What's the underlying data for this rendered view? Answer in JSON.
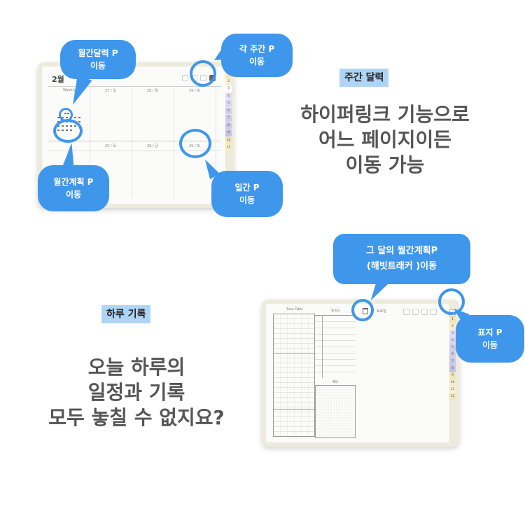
{
  "weekly": {
    "month": "2월",
    "col_headers": [
      "Weekly",
      "27 / 일",
      "28 / 월",
      "29 / 화"
    ],
    "row2_headers": [
      "25 / 목",
      "26 / 금",
      "29 / 토"
    ],
    "side_tabs": [
      "1",
      "2",
      "3",
      "4",
      "5",
      "6",
      "7",
      "8",
      "9",
      "10",
      "11"
    ],
    "callouts": {
      "monthly_calendar": [
        "월간달력 P",
        "이동"
      ],
      "each_week": [
        "각 주간 P",
        "이동"
      ],
      "monthly_plan": [
        "월간계획 P",
        "이동"
      ],
      "daily": [
        "일간 P",
        "이동"
      ]
    },
    "heading": "주간 달력",
    "description": [
      "하이퍼링크 기능으로",
      "어느 페이지이든",
      "이동 가능"
    ]
  },
  "daily": {
    "date_label": "2",
    "weekday_label": "토요일",
    "time_table_title": "Time Table",
    "todo_title": "To Do",
    "memo_title": "메모",
    "side_tabs": [
      "1",
      "2",
      "3",
      "4",
      "5",
      "6",
      "7",
      "8",
      "9",
      "10",
      "11",
      "12"
    ],
    "callouts": {
      "monthly_plan_habit": [
        "그 달의  월간계획P",
        "(해빗트래커 )이동"
      ],
      "cover": [
        "표지 P",
        "이동"
      ]
    },
    "heading": "하루 기록",
    "description": [
      "오늘 하루의",
      "일정과 기록",
      "모두 놓칠 수 없지요?"
    ]
  },
  "colors": {
    "accent": "#3f97ec",
    "heading_bg": "#aed4f6",
    "frame": "#ecebdc"
  }
}
